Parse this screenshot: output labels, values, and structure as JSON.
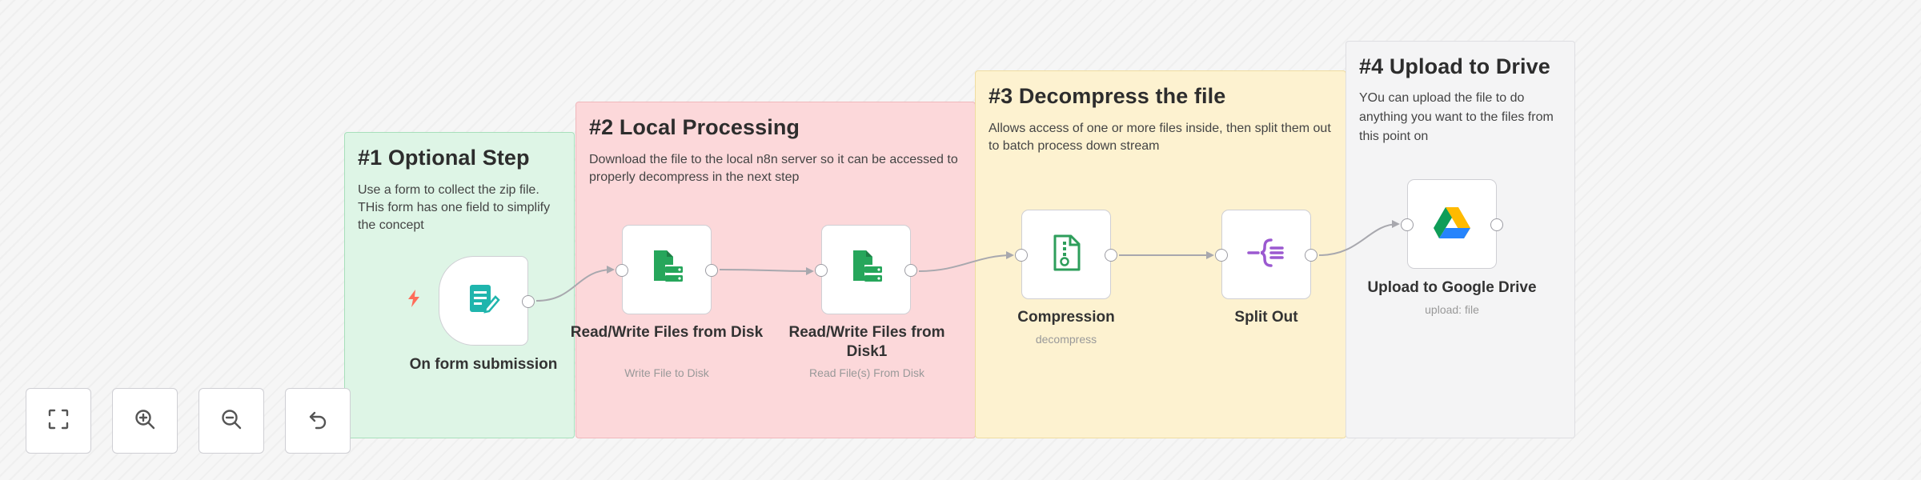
{
  "stickies": [
    {
      "title": "#1 Optional Step",
      "body": "Use a form to collect the zip file. THis form has one field to simplify the concept"
    },
    {
      "title": "#2 Local Processing",
      "body": "Download the file to the local n8n server so it can be accessed to properly decompress in the next step"
    },
    {
      "title": "#3 Decompress the file",
      "body": "Allows access of one or more files inside, then split them out to batch process down stream"
    },
    {
      "title": "#4 Upload to Drive",
      "body": "YOu can upload the file to do anything you want to the files from this point on"
    }
  ],
  "nodes": {
    "form": {
      "label": "On form submission",
      "icon": "form-edit-icon",
      "color": "#1fb5ad"
    },
    "write": {
      "label": "Read/Write Files from Disk",
      "subtitle": "Write File to Disk",
      "icon": "file-disk-icon",
      "color": "#26a65b"
    },
    "read": {
      "label": "Read/Write Files from Disk1",
      "subtitle": "Read File(s) From Disk",
      "icon": "file-disk-icon",
      "color": "#26a65b"
    },
    "compression": {
      "label": "Compression",
      "subtitle": "decompress",
      "icon": "file-zip-icon",
      "color": "#2e9e5b"
    },
    "split": {
      "label": "Split Out",
      "icon": "split-out-icon",
      "color": "#9b59d0"
    },
    "drive": {
      "label": "Upload to Google Drive",
      "subtitle": "upload: file",
      "icon": "google-drive-icon"
    }
  },
  "controls": [
    {
      "name": "fit-view",
      "icon": "fullscreen-icon"
    },
    {
      "name": "zoom-in",
      "icon": "zoom-in-icon"
    },
    {
      "name": "zoom-out",
      "icon": "zoom-out-icon"
    },
    {
      "name": "reset-zoom",
      "icon": "undo-icon"
    }
  ],
  "trigger_marker": {
    "icon": "bolt-icon",
    "color": "#ff6d5a"
  }
}
